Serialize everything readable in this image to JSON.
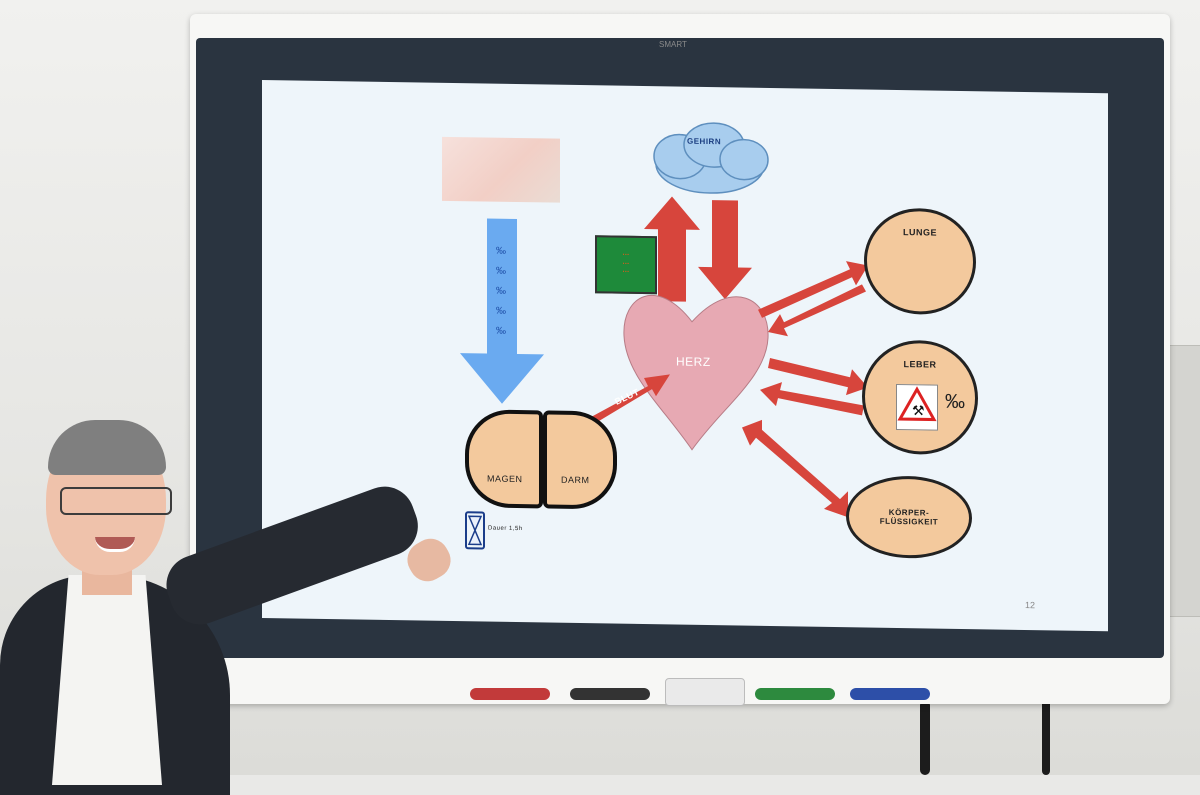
{
  "slide": {
    "brain_label": "GEHIRN",
    "heart_label": "HERZ",
    "blood_label": "BLUT",
    "lung_label": "LUNGE",
    "liver_label": "LEBER",
    "body_fluid_label_1": "KÖRPER-",
    "body_fluid_label_2": "FLÜSSIGKEIT",
    "stomach_label": "MAGEN",
    "intestine_label": "DARM",
    "duration_label": "Dauer 1,5h",
    "permille_symbol": "‰",
    "page_number": "12"
  },
  "colors": {
    "slide_bg": "#eef5fa",
    "organ_fill": "#f3c99d",
    "arrow_red": "#d7453c",
    "arrow_blue": "#6aaaf0",
    "heart_pink": "#e7a9b3",
    "cloud_blue": "#a8cdee",
    "green_box": "#1e8a3a"
  },
  "icons": [
    "mouth-photo",
    "cloud-icon",
    "heart-shape",
    "hourglass-icon",
    "warning-sign-icon",
    "pointing-hand"
  ]
}
